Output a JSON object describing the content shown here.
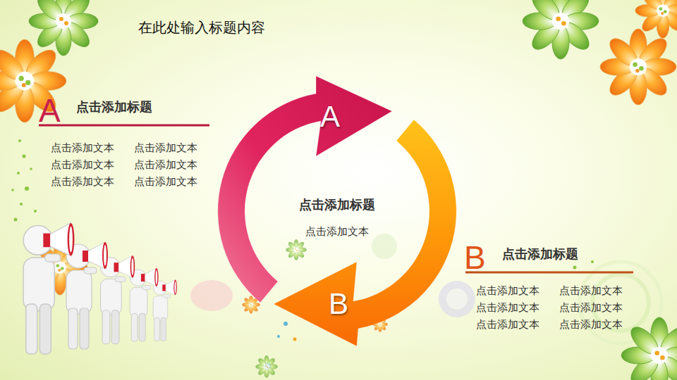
{
  "diagram": {
    "title": "在此处输入标题内容",
    "nodes": [
      {
        "text": [
          "A"
        ]
      },
      {
        "text": [
          "B"
        ]
      }
    ],
    "labels": [
      "A",
      "点击添加标题",
      "点击添加文本",
      "点击添加文本",
      "点击添加文本",
      "点击添加文本",
      "点击添加文本",
      "点击添加文本",
      "点击添加标题",
      "点击添加文本",
      "B",
      "点击添加标题",
      "点击添加文本",
      "点击添加文本",
      "点击添加文本",
      "点击添加文本",
      "点击添加文本",
      "点击添加文本"
    ]
  }
}
